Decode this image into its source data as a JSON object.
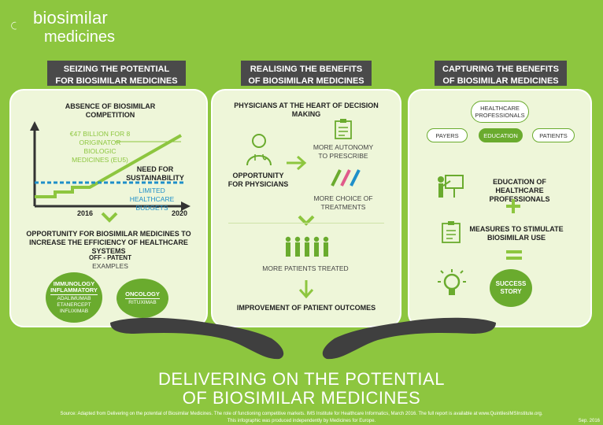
{
  "brand": {
    "word1": "biosimilar",
    "word2": "medicines"
  },
  "columns": [
    {
      "tab_line1": "SEIZING THE POTENTIAL",
      "tab_line2": "FOR BIOSIMILAR MEDICINES",
      "chart_title_line1": "ABSENCE OF BIOSIMILAR",
      "chart_title_line2": "COMPETITION",
      "chart_annotation_line1": "€47 BILLION FOR 8",
      "chart_annotation_line2": "ORIGINATOR BIOLOGIC",
      "chart_annotation_line3": "MEDICINES (EU5)",
      "need_line1": "NEED FOR",
      "need_line2": "SUSTAINABILITY",
      "limited_line1": "LIMITED HEALTHCARE",
      "limited_line2": "BUDGETS",
      "year_start": "2016",
      "year_end": "2020",
      "opportunity_line1": "OPPORTUNITY FOR BIOSIMILAR MEDICINES TO",
      "opportunity_line2": "INCREASE THE EFFICIENCY OF HEALTHCARE SYSTEMS",
      "offpatent": "OFF - PATENT",
      "examples": "EXAMPLES",
      "circle1_title_line1": "IMMUNOLOGY",
      "circle1_title_line2": "INFLAMMATORY",
      "circle1_items": [
        "ADALIMUMAB",
        "ETANERCEPT",
        "INFLIXIMAB"
      ],
      "circle2_title": "ONCOLOGY",
      "circle2_items": [
        "RITUXIMAB"
      ]
    },
    {
      "tab_line1": "REALISING THE BENEFITS",
      "tab_line2": "OF BIOSIMILAR MEDICINES",
      "heading": "PHYSICIANS AT THE HEART OF DECISION MAKING",
      "opportunity_line1": "OPPORTUNITY",
      "opportunity_line2": "FOR PHYSICIANS",
      "autonomy_line1": "MORE AUTONOMY",
      "autonomy_line2": "TO PRESCRIBE",
      "choice_line1": "MORE CHOICE OF",
      "choice_line2": "TREATMENTS",
      "patients_treated": "MORE PATIENTS TREATED",
      "outcomes": "IMPROVEMENT OF PATIENT OUTCOMES"
    },
    {
      "tab_line1": "CAPTURING THE BENEFITS",
      "tab_line2": "OF BIOSIMILAR MEDICINES",
      "hcp_line1": "HEALTHCARE",
      "hcp_line2": "PROFESSIONALS",
      "payers": "PAYERS",
      "education": "EDUCATION",
      "patients": "PATIENTS",
      "edu_line1": "EDUCATION OF HEALTHCARE",
      "edu_line2": "PROFESSIONALS",
      "measures_line1": "MEASURES TO STIMULATE",
      "measures_line2": "BIOSIMILAR USE",
      "success_line1": "SUCCESS",
      "success_line2": "STORY"
    }
  ],
  "footer": {
    "title_line1": "DELIVERING ON THE POTENTIAL",
    "title_line2": "OF BIOSIMILAR MEDICINES",
    "source": "Source: Adapted from Delivering on the potential of Biosimilar Medicines. The role of functioning competitive markets. IMS Institute for Healthcare Informatics, March 2016. The full report is available at www.QuintilesIMSInstitute.org.",
    "note": "This infographic was produced independently by Medicines for Europe.",
    "date": "Sep. 2016"
  },
  "colors": {
    "background": "#8dc63f",
    "panel": "#eef6d9",
    "tab": "#4a4a4a",
    "accent": "#6aab2e",
    "budget_line": "#1e8fc9"
  }
}
